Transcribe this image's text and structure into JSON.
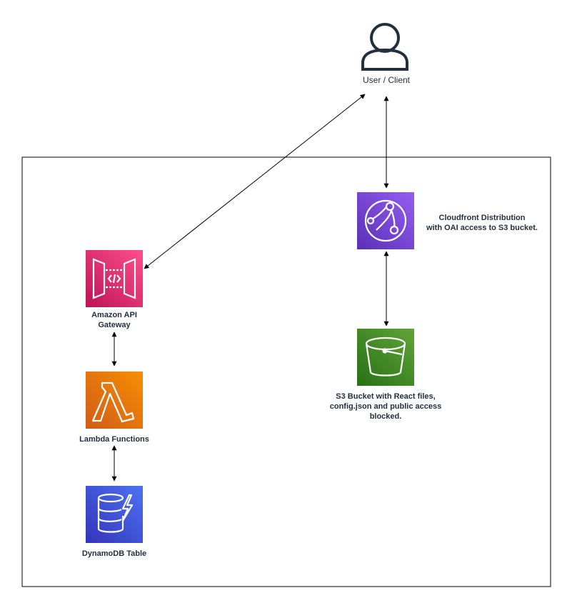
{
  "user": {
    "label": "User / Client",
    "icon": "user-icon"
  },
  "services": {
    "cloudfront": {
      "label_line1": "Cloudfront Distribution",
      "label_line2": "with OAI access to S3 bucket.",
      "icon": "cloudfront-icon",
      "color_top": "#945df2",
      "color_bottom": "#5a30b5"
    },
    "s3": {
      "label_line1": "S3 Bucket with React files,",
      "label_line2": "config.json and public access",
      "label_line3": "blocked.",
      "icon": "s3-bucket-icon",
      "color_top": "#60a337",
      "color_bottom": "#277116"
    },
    "api_gateway": {
      "label_line1": "Amazon API",
      "label_line2": "Gateway",
      "icon": "api-gateway-icon",
      "color_top": "#ff4f8b",
      "color_bottom": "#bc1356"
    },
    "lambda": {
      "label": "Lambda Functions",
      "icon": "lambda-icon",
      "color_top": "#f78e04",
      "color_bottom": "#d05c17"
    },
    "dynamodb": {
      "label": "DynamoDB Table",
      "icon": "dynamodb-icon",
      "color_top": "#4d72f3",
      "color_bottom": "#3334b9"
    }
  }
}
